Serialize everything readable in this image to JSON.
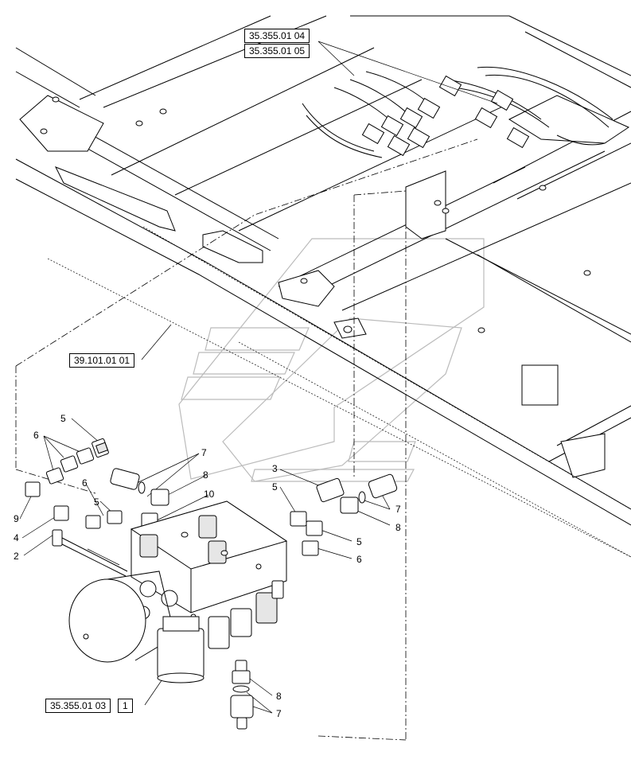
{
  "references": {
    "top_1": "35.355.01 04",
    "top_2": "35.355.01 05",
    "mid": "39.101.01 01",
    "bottom": "35.355.01 03",
    "bottom_item": "1"
  },
  "callouts": {
    "c2": "2",
    "c3": "3",
    "c4": "4",
    "c5a": "5",
    "c5b": "5",
    "c5c": "5",
    "c5d": "5",
    "c6a": "6",
    "c6b": "6",
    "c6c": "6",
    "c7a": "7",
    "c7b": "7",
    "c7c": "7",
    "c8a": "8",
    "c8b": "8",
    "c8c": "8",
    "c9": "9",
    "c10": "10"
  }
}
